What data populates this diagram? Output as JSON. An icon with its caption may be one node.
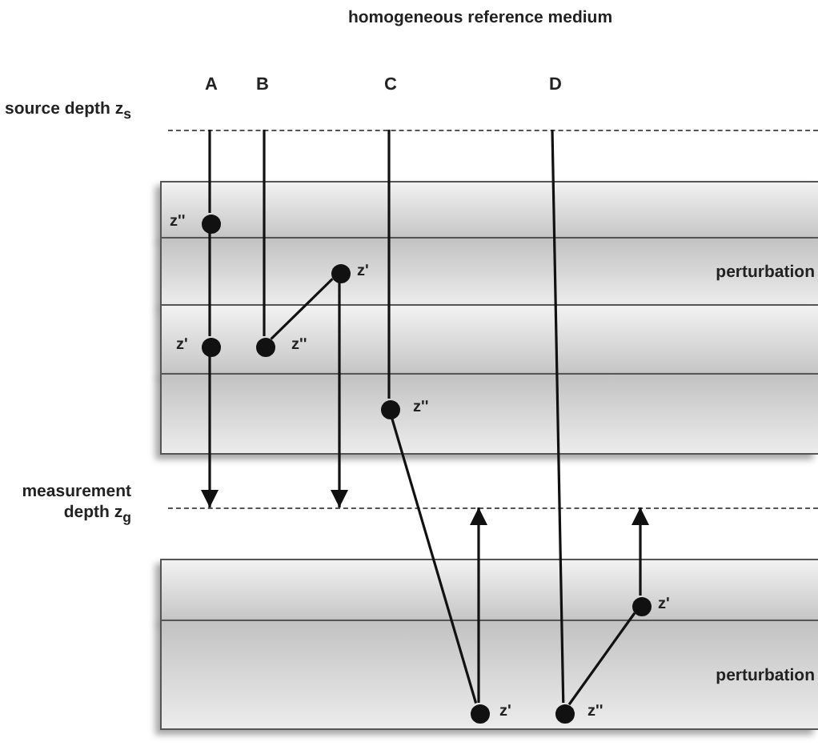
{
  "diagram": {
    "title": "homogeneous reference medium",
    "nodes": [
      {
        "text": [],
        "shape": "line",
        "beside": [
          "source depth z$_{s}$"
        ]
      },
      {
        "text": [],
        "shape": "band"
      },
      {
        "text": [
          "perturbation"
        ]
      },
      {
        "text": [],
        "shape": "band"
      },
      {
        "text": [],
        "shape": "band"
      },
      {
        "text": [],
        "shape": "line",
        "beside": [
          "measurement depth z$_{g}$"
        ]
      },
      {
        "text": [],
        "shape": "band"
      },
      {
        "text": [
          "perturbation"
        ]
      },
      {
        "text": [],
        "shape": "circle",
        "in": 1,
        "beside": [
          "z''"
        ]
      },
      {
        "text": [],
        "shape": "circle",
        "in": 2,
        "beside": [
          "z'"
        ]
      },
      {
        "text": [],
        "shape": "circle",
        "in": 3,
        "beside": [
          "z'"
        ]
      },
      {
        "text": [],
        "shape": "circle",
        "in": 3,
        "beside": [
          "z''"
        ]
      },
      {
        "text": [],
        "shape": "circle",
        "in": 4,
        "beside": [
          "z''"
        ]
      },
      {
        "text": [],
        "shape": "circle",
        "in": 6,
        "beside": [
          "z'"
        ]
      },
      {
        "text": [],
        "shape": "circle",
        "in": 7,
        "beside": [
          "z'"
        ]
      },
      {
        "text": [],
        "shape": "circle",
        "in": 7,
        "beside": [
          "z''"
        ]
      }
    ],
    "edges": [
      {
        "from": 0,
        "to": 8,
        "arrow": "none"
      },
      {
        "from": 8,
        "to": 10,
        "arrow": "none"
      },
      {
        "from": 10,
        "to": 5,
        "arrow": "to"
      },
      {
        "from": 0,
        "to": 11,
        "arrow": "none"
      },
      {
        "from": 11,
        "to": 9,
        "arrow": "none"
      },
      {
        "from": 9,
        "to": 5,
        "arrow": "to"
      },
      {
        "from": 0,
        "to": 12,
        "arrow": "none"
      },
      {
        "from": 12,
        "to": 14,
        "arrow": "none"
      },
      {
        "from": 14,
        "to": 5,
        "arrow": "to"
      },
      {
        "from": 0,
        "to": 15,
        "arrow": "none"
      },
      {
        "from": 15,
        "to": 13,
        "arrow": "none"
      },
      {
        "from": 13,
        "to": 5,
        "arrow": "to"
      }
    ],
    "labels": [
      "A",
      "B",
      "C",
      "D"
    ]
  }
}
